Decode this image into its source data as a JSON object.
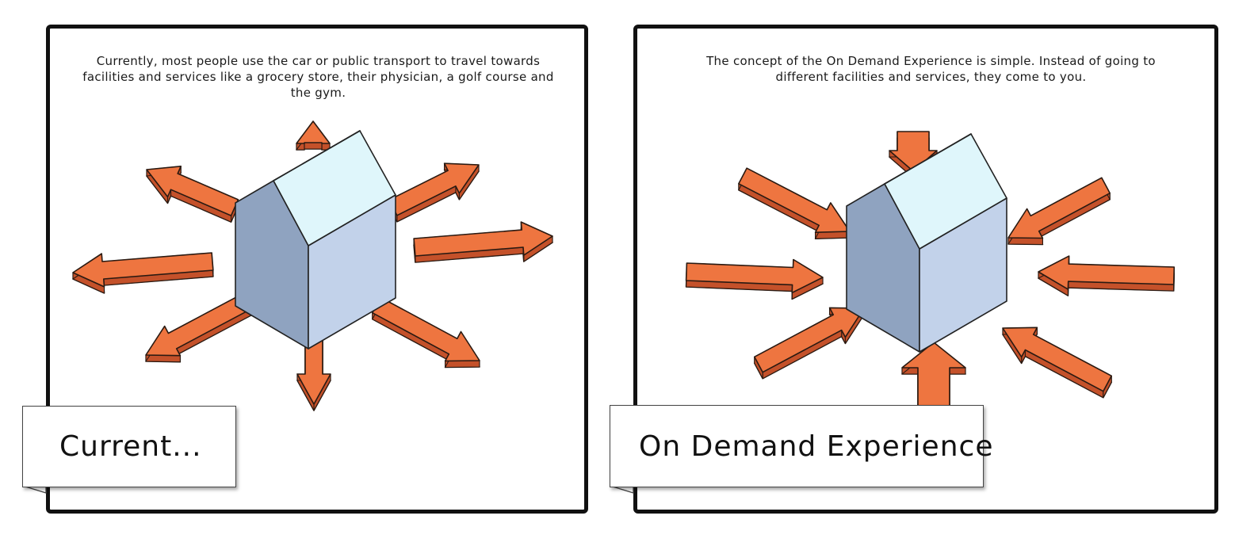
{
  "panels": {
    "left": {
      "caption": "Currently, most people use the car or public transport to travel towards facilities and services like a grocery store, their physician, a golf course and the gym.",
      "title": "Current...",
      "arrow_direction": "outward"
    },
    "right": {
      "caption": "The concept of the On Demand Experience is simple. Instead of going to different facilities and services, they come to you.",
      "title": "On Demand Experience",
      "arrow_direction": "inward"
    }
  },
  "colors": {
    "arrow_top": "#ee7540",
    "arrow_side": "#c4512a",
    "arrow_outline": "#2a1a12",
    "house_roof": "#dff6fb",
    "house_left_wall": "#8fa3c0",
    "house_right_wall": "#c2d2ea",
    "frame": "#111111"
  }
}
